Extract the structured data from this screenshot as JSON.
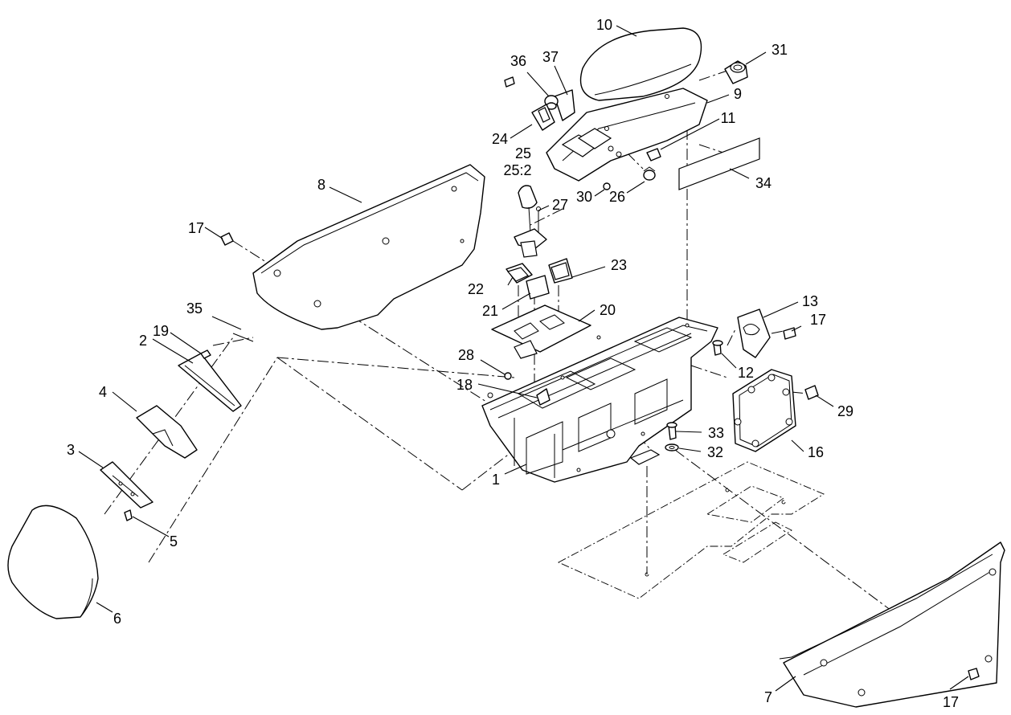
{
  "callouts": [
    {
      "id": "c1",
      "label": "1"
    },
    {
      "id": "c2",
      "label": "2"
    },
    {
      "id": "c3",
      "label": "3"
    },
    {
      "id": "c4",
      "label": "4"
    },
    {
      "id": "c5",
      "label": "5"
    },
    {
      "id": "c6",
      "label": "6"
    },
    {
      "id": "c7",
      "label": "7"
    },
    {
      "id": "c8",
      "label": "8"
    },
    {
      "id": "c9",
      "label": "9"
    },
    {
      "id": "c10",
      "label": "10"
    },
    {
      "id": "c11",
      "label": "11"
    },
    {
      "id": "c12",
      "label": "12"
    },
    {
      "id": "c13",
      "label": "13"
    },
    {
      "id": "c16",
      "label": "16"
    },
    {
      "id": "c17a",
      "label": "17"
    },
    {
      "id": "c17b",
      "label": "17"
    },
    {
      "id": "c17c",
      "label": "17"
    },
    {
      "id": "c18",
      "label": "18"
    },
    {
      "id": "c19",
      "label": "19"
    },
    {
      "id": "c20",
      "label": "20"
    },
    {
      "id": "c21",
      "label": "21"
    },
    {
      "id": "c22",
      "label": "22"
    },
    {
      "id": "c23",
      "label": "23"
    },
    {
      "id": "c24",
      "label": "24"
    },
    {
      "id": "c25",
      "label": "25"
    },
    {
      "id": "c25_2",
      "label": "25:2"
    },
    {
      "id": "c26",
      "label": "26"
    },
    {
      "id": "c27",
      "label": "27"
    },
    {
      "id": "c28",
      "label": "28"
    },
    {
      "id": "c29",
      "label": "29"
    },
    {
      "id": "c30",
      "label": "30"
    },
    {
      "id": "c31",
      "label": "31"
    },
    {
      "id": "c32",
      "label": "32"
    },
    {
      "id": "c33",
      "label": "33"
    },
    {
      "id": "c34",
      "label": "34"
    },
    {
      "id": "c35",
      "label": "35"
    },
    {
      "id": "c36",
      "label": "36"
    },
    {
      "id": "c37",
      "label": "37"
    }
  ]
}
